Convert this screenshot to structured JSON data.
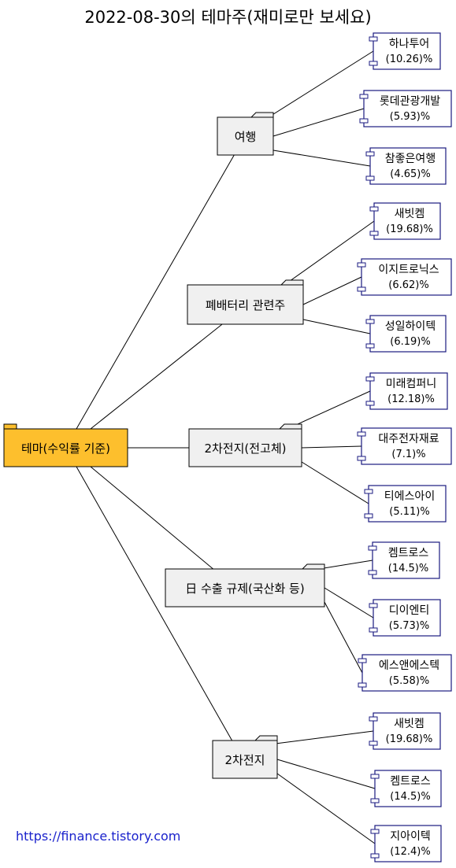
{
  "title": "2022-08-30의 테마주(재미로만 보세요)",
  "footer": "https://finance.tistory.com",
  "root": {
    "label": "테마(수익률 기준)"
  },
  "themes": [
    {
      "label": "여행",
      "stocks": [
        {
          "name": "하나투어",
          "pct": "(10.26)%"
        },
        {
          "name": "롯데관광개발",
          "pct": "(5.93)%"
        },
        {
          "name": "참좋은여행",
          "pct": "(4.65)%"
        }
      ]
    },
    {
      "label": "폐배터리 관련주",
      "stocks": [
        {
          "name": "새빗켐",
          "pct": "(19.68)%"
        },
        {
          "name": "이지트로닉스",
          "pct": "(6.62)%"
        },
        {
          "name": "성일하이텍",
          "pct": "(6.19)%"
        }
      ]
    },
    {
      "label": "2차전지(전고체)",
      "stocks": [
        {
          "name": "미래컴퍼니",
          "pct": "(12.18)%"
        },
        {
          "name": "대주전자재료",
          "pct": "(7.1)%"
        },
        {
          "name": "티에스아이",
          "pct": "(5.11)%"
        }
      ]
    },
    {
      "label": "日 수출 규제(국산화 등)",
      "stocks": [
        {
          "name": "켐트로스",
          "pct": "(14.5)%"
        },
        {
          "name": "디이엔티",
          "pct": "(5.73)%"
        },
        {
          "name": "에스앤에스텍",
          "pct": "(5.58)%"
        }
      ]
    },
    {
      "label": "2차전지",
      "stocks": [
        {
          "name": "새빗켐",
          "pct": "(19.68)%"
        },
        {
          "name": "켐트로스",
          "pct": "(14.5)%"
        },
        {
          "name": "지아이텍",
          "pct": "(12.4)%"
        }
      ]
    }
  ],
  "colors": {
    "root_fill": "#fdbf2d",
    "theme_fill": "#f0f0f0",
    "stock_border": "#1a1a80",
    "link": "#1a22cc"
  }
}
